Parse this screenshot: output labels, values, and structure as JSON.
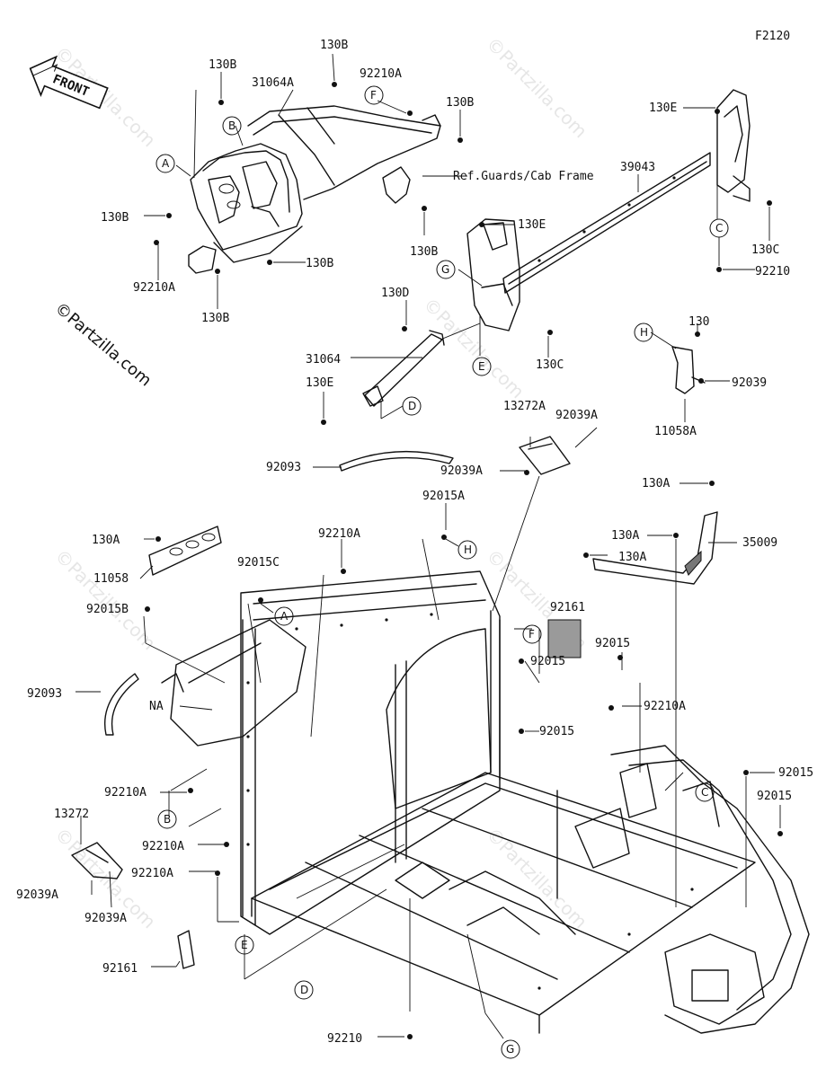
{
  "figure_id": "F2120",
  "front_label": "FRONT",
  "copyright": "©Partzilla.com",
  "watermark": "©Partzilla.com",
  "reference_note": "Ref.Guards/Cab Frame",
  "part_labels": {
    "p130b_1": "130B",
    "p130b_2": "130B",
    "p130b_3": "130B",
    "p130b_4": "130B",
    "p130b_5": "130B",
    "p130b_6": "130B",
    "p130b_7": "130B",
    "p31064a": "31064A",
    "p92210a_1": "92210A",
    "p92210a_2": "92210A",
    "p130e_1": "130E",
    "p39043": "39043",
    "p130e_2": "130E",
    "p130c_1": "130C",
    "p92210_1": "92210",
    "p130d": "130D",
    "p31064": "31064",
    "p130c_2": "130C",
    "p130e_3": "130E",
    "p130": "130",
    "p92039_1": "92039",
    "p11058a": "11058A",
    "p13272a": "13272A",
    "p92039a_1": "92039A",
    "p92093_1": "92093",
    "p92039a_2": "92039A",
    "p92015a": "92015A",
    "p130a_1": "130A",
    "p130a_2": "130A",
    "p130a_3": "130A",
    "p35009": "35009",
    "p130a_4": "130A",
    "p92210a_3": "92210A",
    "p11058": "11058",
    "p92015c": "92015C",
    "p92015b": "92015B",
    "p92161_1": "92161",
    "p92015_1": "92015",
    "p92015_2": "92015",
    "p92015_3": "92015",
    "p92210a_4": "92210A",
    "p92093_2": "92093",
    "p na": "NA",
    "p92015_4": "92015",
    "p92015_5": "92015",
    "p92210a_5": "92210A",
    "p13272": "13272",
    "p92210a_6": "92210A",
    "p92210a_7": "92210A",
    "p92039a_3": "92039A",
    "p92039a_4": "92039A",
    "p92161_2": "92161",
    "p92210_2": "92210"
  },
  "ref_letters": [
    "A",
    "B",
    "C",
    "D",
    "E",
    "F",
    "G",
    "H"
  ]
}
